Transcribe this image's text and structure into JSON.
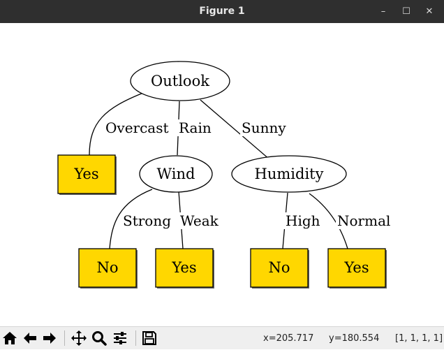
{
  "window": {
    "title": "Figure 1",
    "minimize_glyph": "–",
    "maximize_glyph": "☐",
    "close_glyph": "✕"
  },
  "tree": {
    "nodes": {
      "outlook": "Outlook",
      "wind": "Wind",
      "humidity": "Humidity",
      "leaf_yes_overcast": "Yes",
      "leaf_no_strong": "No",
      "leaf_yes_weak": "Yes",
      "leaf_no_high": "No",
      "leaf_yes_normal": "Yes"
    },
    "edges": {
      "overcast": "Overcast",
      "rain": "Rain",
      "sunny": "Sunny",
      "strong": "Strong",
      "weak": "Weak",
      "high": "High",
      "normal": "Normal"
    },
    "leaf_color": "#ffd700"
  },
  "toolbar": {
    "icons": [
      "home-icon",
      "back-arrow-icon",
      "forward-arrow-icon",
      "pan-icon",
      "zoom-icon",
      "subplots-config-icon",
      "save-icon"
    ]
  },
  "status": {
    "x": "x=205.717",
    "y": "y=180.554",
    "pixel": "[1, 1, 1, 1]"
  }
}
